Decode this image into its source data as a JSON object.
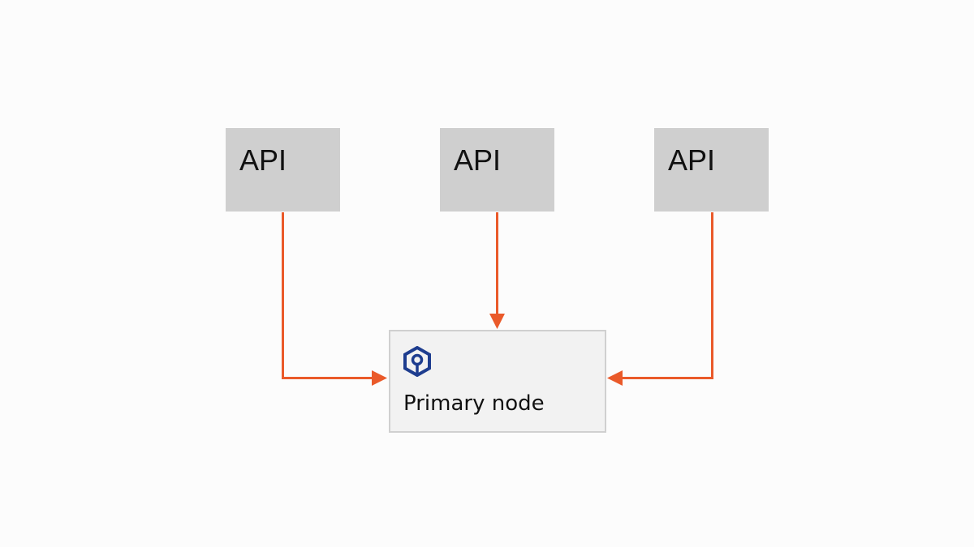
{
  "diagram": {
    "api_nodes": [
      {
        "label": "API"
      },
      {
        "label": "API"
      },
      {
        "label": "API"
      }
    ],
    "primary_node": {
      "label": "Primary node",
      "icon": "database-node-logo-icon"
    },
    "colors": {
      "background": "#fcfcfc",
      "api_box": "#cfcfcf",
      "primary_box": "#f2f2f2",
      "primary_border": "#d0d0d0",
      "connector": "#ea5a2a",
      "logo": "#1e3d8f"
    }
  }
}
